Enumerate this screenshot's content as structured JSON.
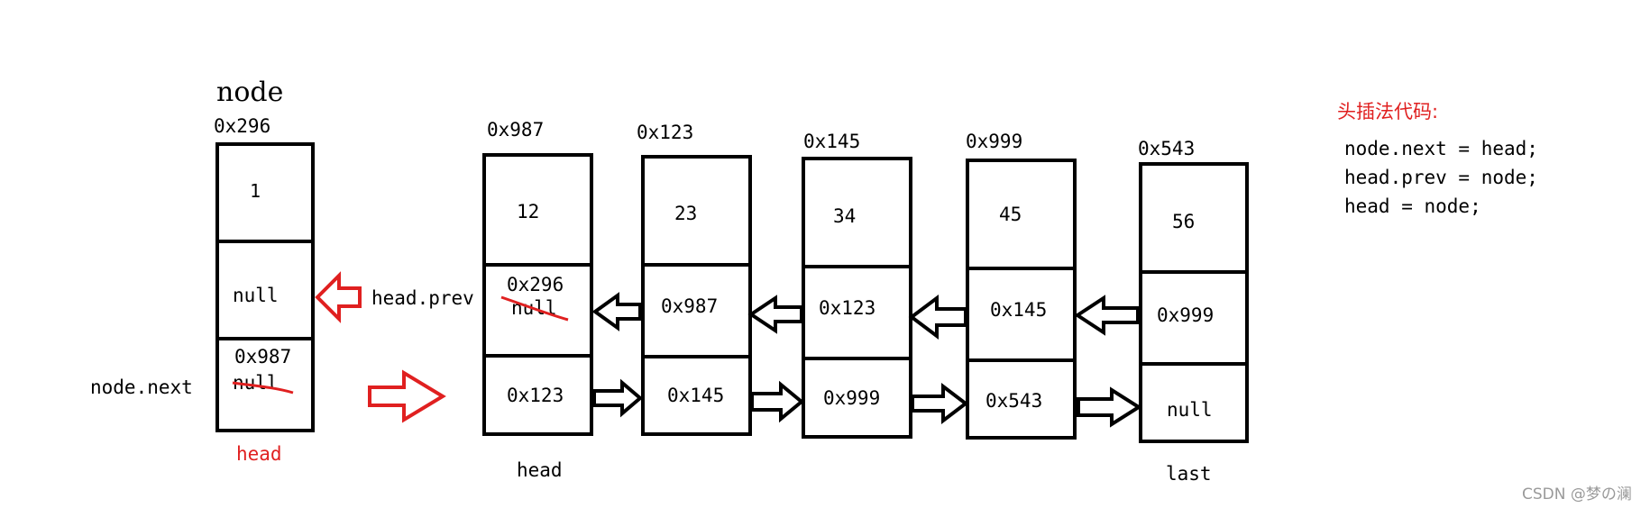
{
  "colors": {
    "ink": "#000000",
    "accent_red": "#e02020",
    "watermark": "#9a9a9a"
  },
  "new_node": {
    "title": "node",
    "address": "0x296",
    "data": "1",
    "prev": "null",
    "next_new": "0x987",
    "next_old": "null",
    "bottom_label": "head",
    "side_label_next": "node.next"
  },
  "prev_label": "head.prev",
  "nodes": [
    {
      "address": "0x987",
      "data": "12",
      "prev_new": "0x296",
      "prev_old": "null",
      "next": "0x123",
      "label": "head"
    },
    {
      "address": "0x123",
      "data": "23",
      "prev": "0x987",
      "next": "0x145"
    },
    {
      "address": "0x145",
      "data": "34",
      "prev": "0x123",
      "next": "0x999"
    },
    {
      "address": "0x999",
      "data": "45",
      "prev": "0x145",
      "next": "0x543"
    },
    {
      "address": "0x543",
      "data": "56",
      "prev": "0x999",
      "next": "null",
      "label": "last"
    }
  ],
  "code": {
    "title": "头插法代码:",
    "lines": [
      "node.next = head;",
      "head.prev = node;",
      "head = node;"
    ]
  },
  "watermark": "CSDN @梦の澜"
}
